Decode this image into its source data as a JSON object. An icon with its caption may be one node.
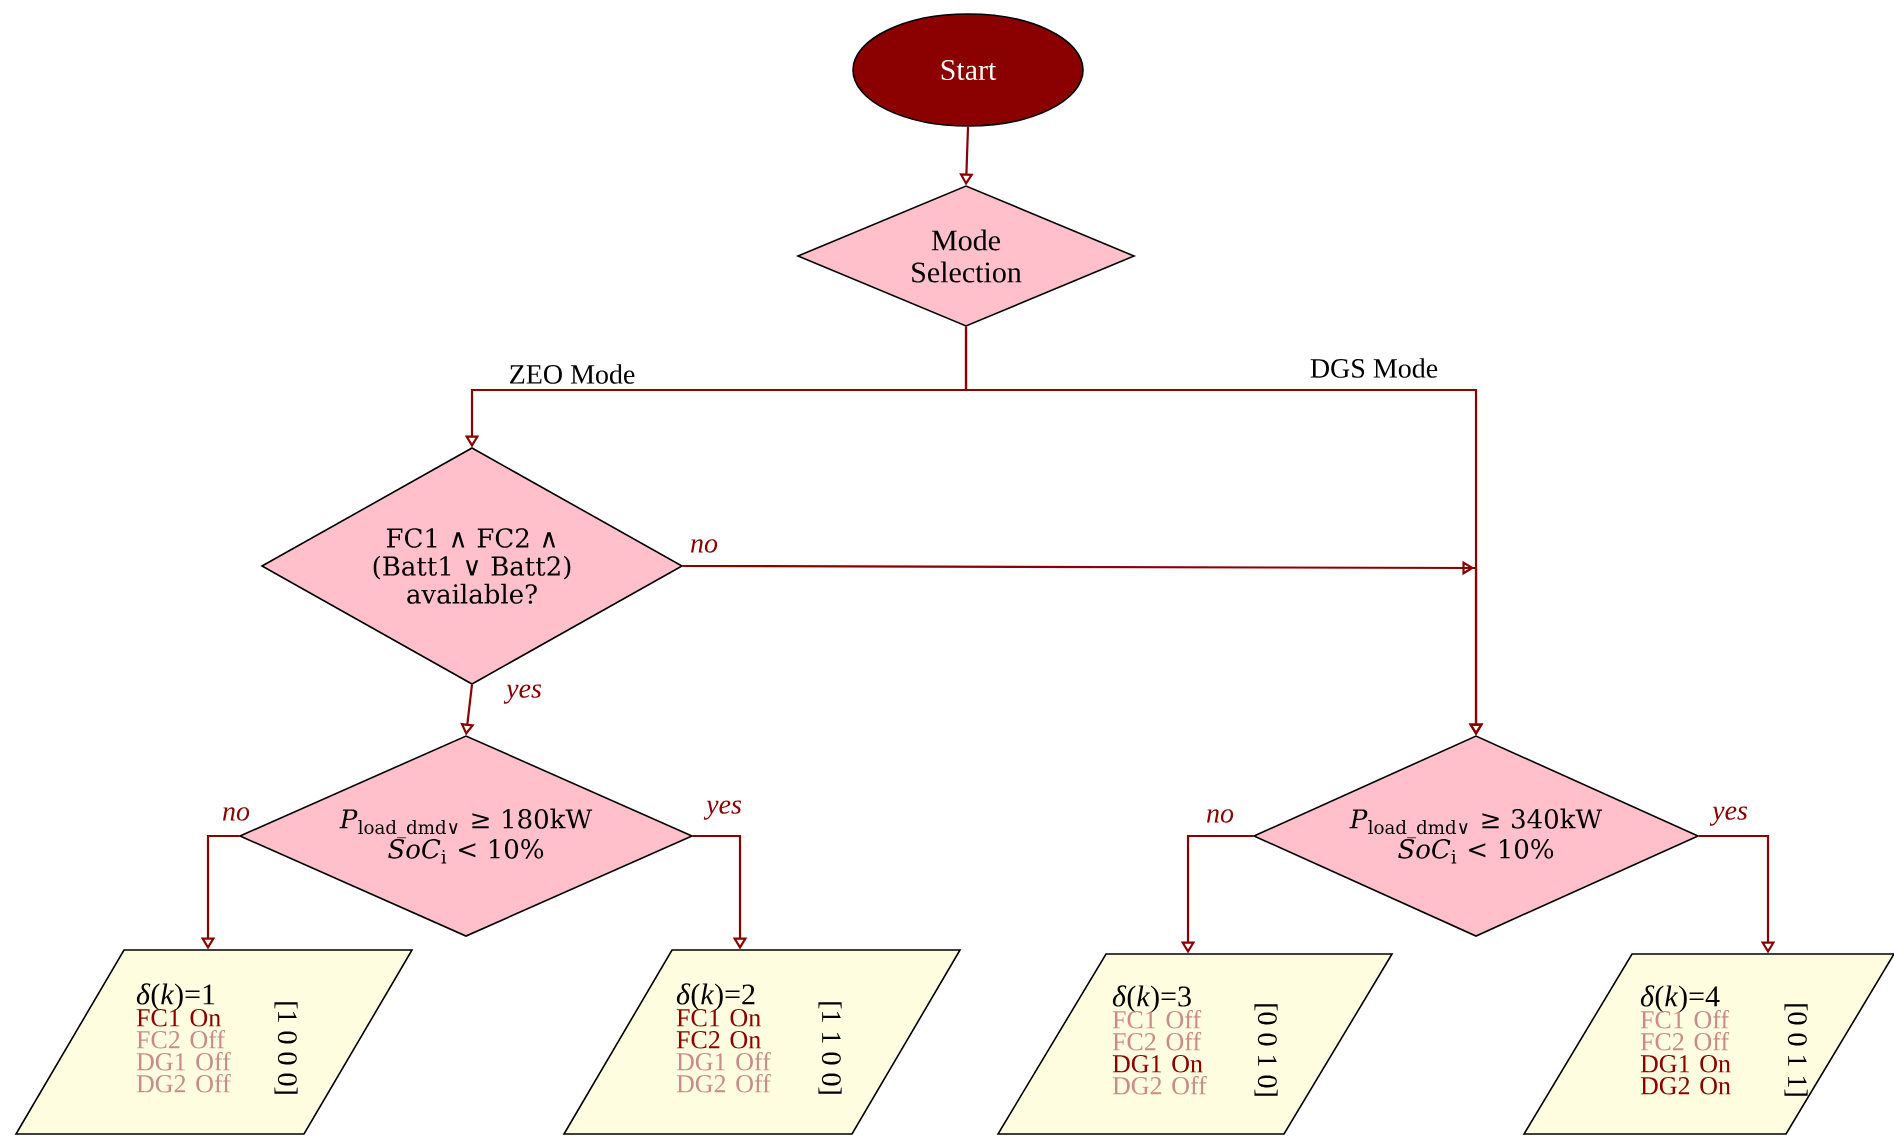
{
  "diagram": {
    "nodes": [
      {
        "text": [
          "Start"
        ]
      },
      {
        "text": [
          "Mode Selection"
        ]
      },
      {
        "text": [
          "FC1 ∧ FC2 ∧ (Batt1 ∨ Batt2) available?"
        ]
      },
      {
        "text": [
          "*P*$_{load_dmd∨}$ ≥ 180kW",
          "*SoC*$_{i}$ < 10%"
        ]
      },
      {
        "text": [
          "*P*$_{load_dmd∨}$ ≥ 340kW",
          "*SoC*$_{i}$ < 10%"
        ]
      },
      {
        "text": [
          "*δ*(*k*)=1",
          "FC1 On",
          "FC2 Off",
          "DG1 Off",
          "DG2 Off",
          "[1 0 0 0]"
        ]
      },
      {
        "text": [
          "*δ*(*k*)=2",
          "FC1 On",
          "FC2 On",
          "DG1 Off",
          "DG2 Off",
          "[1 1 0 0]"
        ]
      },
      {
        "text": [
          "*δ*(*k*)=3",
          "FC1 Off",
          "FC2 Off",
          "DG1 On",
          "DG2 Off",
          "[0 0 1 0]"
        ]
      },
      {
        "text": [
          "*δ*(*k*)=4",
          "FC1 Off",
          "FC2 Off",
          "DG1 On",
          "DG2 On",
          "[0 0 1 1]"
        ]
      }
    ],
    "edges": [
      {
        "from": 0,
        "to": 1,
        "arrow": "to"
      },
      {
        "from": 1,
        "to": 2,
        "arrow": "to",
        "label": "ZEO Mode"
      },
      {
        "from": 1,
        "to": 4,
        "arrow": "to",
        "label": "DGS Mode"
      },
      {
        "from": 2,
        "to": 4,
        "arrow": "to",
        "label": "no"
      },
      {
        "from": 2,
        "to": 3,
        "arrow": "to",
        "label": "yes"
      },
      {
        "from": 3,
        "to": 5,
        "arrow": "to",
        "label": "no"
      },
      {
        "from": 3,
        "to": 6,
        "arrow": "to",
        "label": "yes"
      },
      {
        "from": 4,
        "to": 7,
        "arrow": "to",
        "label": "no"
      },
      {
        "from": 4,
        "to": 8,
        "arrow": "to",
        "label": "yes"
      }
    ]
  }
}
